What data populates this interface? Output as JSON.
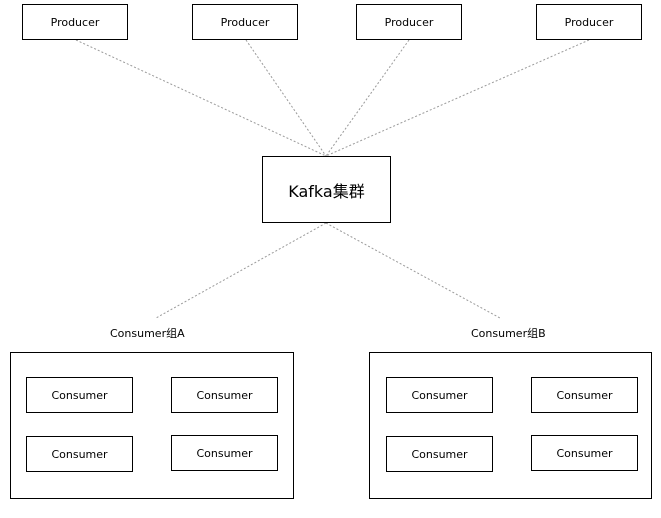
{
  "producers": [
    {
      "label": "Producer"
    },
    {
      "label": "Producer"
    },
    {
      "label": "Producer"
    },
    {
      "label": "Producer"
    }
  ],
  "cluster": {
    "label": "Kafka集群"
  },
  "groups": [
    {
      "label": "Consumer组A",
      "consumers": [
        {
          "label": "Consumer"
        },
        {
          "label": "Consumer"
        },
        {
          "label": "Consumer"
        },
        {
          "label": "Consumer"
        }
      ]
    },
    {
      "label": "Consumer组B",
      "consumers": [
        {
          "label": "Consumer"
        },
        {
          "label": "Consumer"
        },
        {
          "label": "Consumer"
        },
        {
          "label": "Consumer"
        }
      ]
    }
  ],
  "colors": {
    "border": "#000000",
    "connector": "#9a9a9a",
    "background": "#ffffff"
  }
}
